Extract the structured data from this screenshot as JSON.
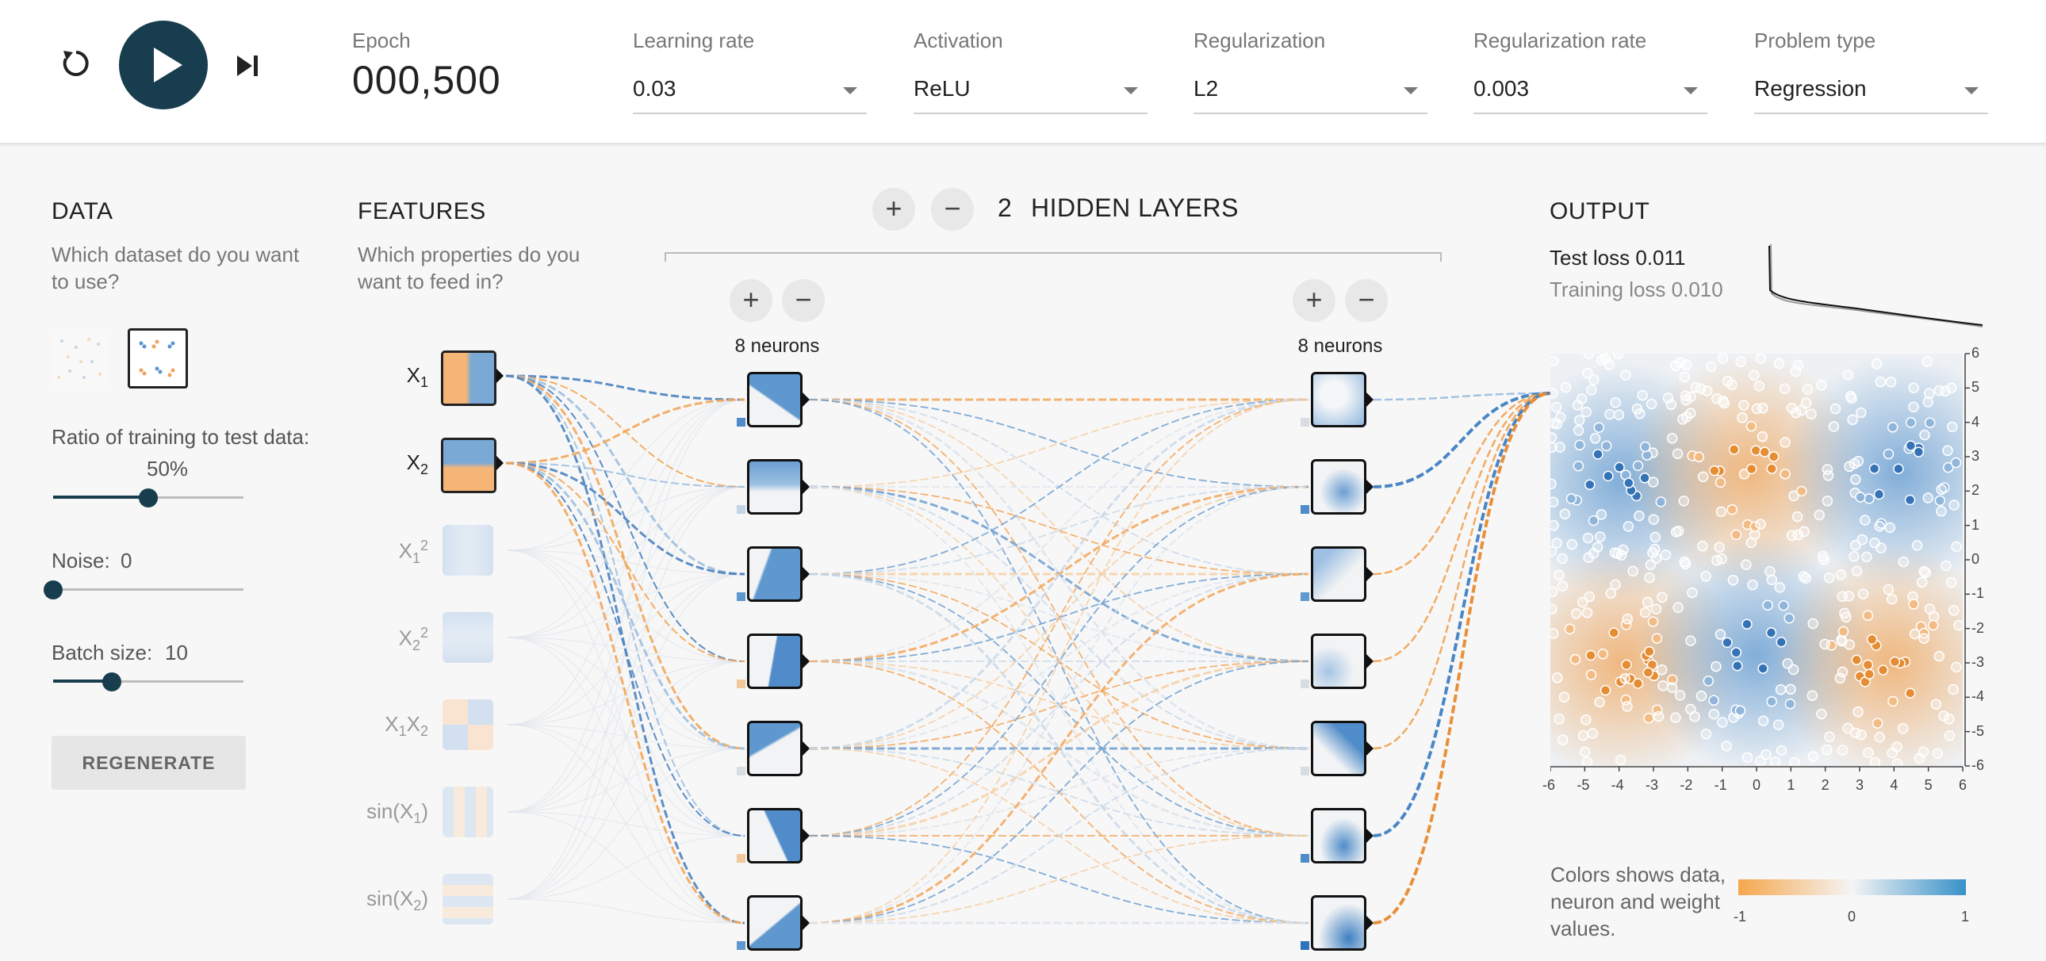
{
  "controls": {
    "reset_icon": "reset-icon",
    "play_icon": "play-icon",
    "step_icon": "step-forward-icon"
  },
  "epoch": {
    "label": "Epoch",
    "value": "000,500"
  },
  "dropdowns": [
    {
      "label": "Learning rate",
      "value": "0.03"
    },
    {
      "label": "Activation",
      "value": "ReLU"
    },
    {
      "label": "Regularization",
      "value": "L2"
    },
    {
      "label": "Regularization rate",
      "value": "0.003"
    },
    {
      "label": "Problem type",
      "value": "Regression"
    }
  ],
  "data_panel": {
    "title": "DATA",
    "subtitle": "Which dataset do you want to use?",
    "ratio_label": "Ratio of training to test data:",
    "ratio_value": "50%",
    "ratio_fraction": 0.5,
    "noise_label": "Noise:",
    "noise_value": "0",
    "noise_fraction": 0,
    "batch_label": "Batch size:",
    "batch_value": "10",
    "batch_fraction": 0.31,
    "regenerate_label": "REGENERATE"
  },
  "features_panel": {
    "title": "FEATURES",
    "subtitle": "Which properties do you want to feed in?",
    "features": [
      {
        "label": "X",
        "sub": "1",
        "sup": "",
        "active": true
      },
      {
        "label": "X",
        "sub": "2",
        "sup": "",
        "active": true
      },
      {
        "label": "X",
        "sub": "1",
        "sup": "2",
        "active": false
      },
      {
        "label": "X",
        "sub": "2",
        "sup": "2",
        "active": false
      },
      {
        "label": "X",
        "sub": "1",
        "sup": "",
        "label2": "X",
        "sub2": "2",
        "active": false
      },
      {
        "label": "sin(X",
        "sub": "1",
        "sup": "",
        "tail": ")",
        "active": false
      },
      {
        "label": "sin(X",
        "sub": "2",
        "sup": "",
        "tail": ")",
        "active": false
      }
    ]
  },
  "network": {
    "hidden_layers_count": "2",
    "hidden_layers_label": "HIDDEN LAYERS",
    "add_icon": "plus-icon",
    "remove_icon": "minus-icon",
    "layer1_neurons_label": "8 neurons",
    "layer2_neurons_label": "8 neurons"
  },
  "output_panel": {
    "title": "OUTPUT",
    "test_loss": "Test loss 0.011",
    "training_loss": "Training loss 0.010",
    "y_ticks": [
      "6",
      "5",
      "4",
      "3",
      "2",
      "1",
      "0",
      "-1",
      "-2",
      "-3",
      "-4",
      "-5",
      "-6"
    ],
    "x_ticks": [
      "-6",
      "-5",
      "-4",
      "-3",
      "-2",
      "-1",
      "0",
      "1",
      "2",
      "3",
      "4",
      "5",
      "6"
    ],
    "legend_text": "Colors shows data, neuron and weight values.",
    "legend_ticks": [
      "-1",
      "0",
      "1"
    ]
  },
  "colors": {
    "orange": "#f59322",
    "blue": "#0877bd",
    "dark": "#183d4e"
  }
}
